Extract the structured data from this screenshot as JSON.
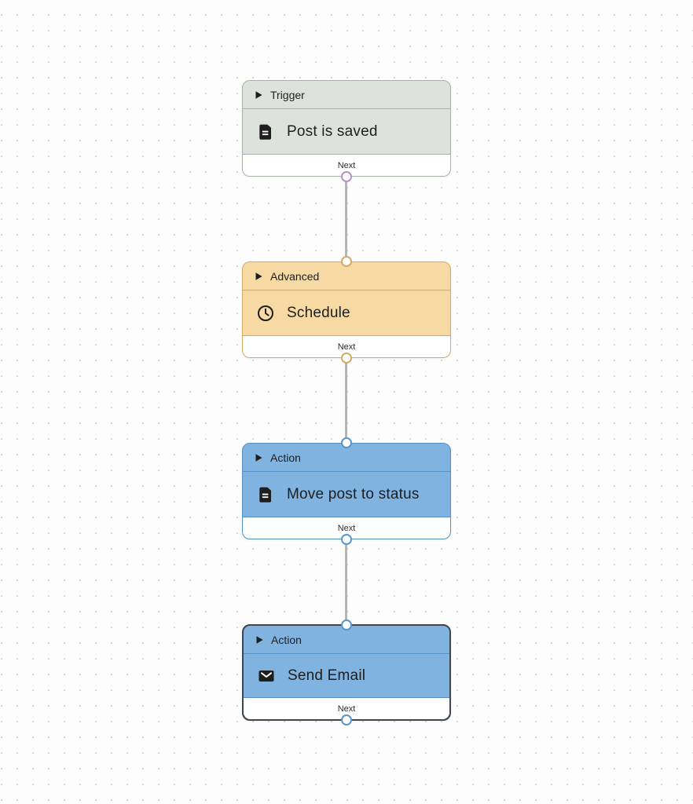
{
  "canvas": {
    "background": "#fdfdfd",
    "dot_color": "#d9d9d9",
    "edge_color": "#b4b4b8"
  },
  "nodes": [
    {
      "category": "Trigger",
      "label": "Post is saved",
      "icon": "document-icon",
      "footer": "Next",
      "selected": false,
      "colors": {
        "bg": "#dde3dc",
        "border": "#a7b3a6",
        "divider": "#a7b3a6",
        "handle_bottom": "#b78fc2"
      }
    },
    {
      "category": "Advanced",
      "label": "Schedule",
      "icon": "clock-icon",
      "footer": "Next",
      "selected": false,
      "colors": {
        "bg": "#f6d9a3",
        "border": "#d2ab69",
        "divider": "#d2ab69",
        "handle_top": "#d2ab69",
        "handle_bottom": "#d2ab69"
      }
    },
    {
      "category": "Action",
      "label": "Move post to status",
      "icon": "document-icon",
      "footer": "Next",
      "selected": false,
      "colors": {
        "bg": "#80b3e0",
        "border": "#5390c5",
        "divider": "#5390c5",
        "handle_top": "#5a96ca",
        "handle_bottom": "#5a96ca"
      }
    },
    {
      "category": "Action",
      "label": "Send Email",
      "icon": "envelope-icon",
      "footer": "Next",
      "selected": true,
      "colors": {
        "bg": "#80b3e0",
        "border": "#3f464d",
        "divider": "#5390c5",
        "handle_top": "#5a96ca",
        "handle_bottom": "#5a96ca"
      }
    }
  ]
}
